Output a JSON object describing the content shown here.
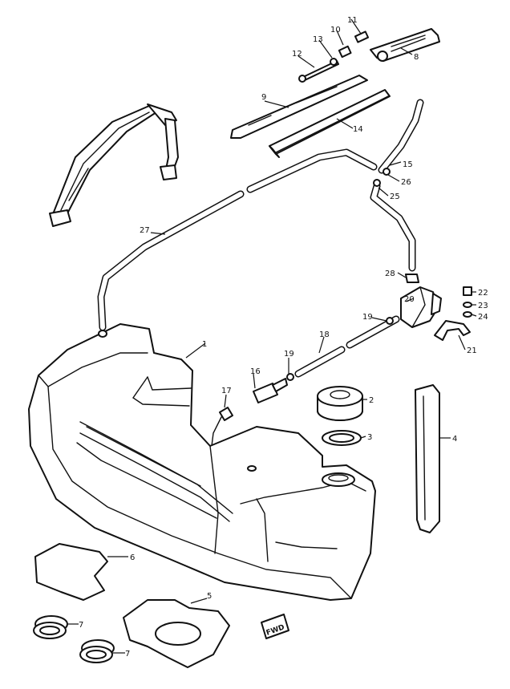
{
  "callouts": {
    "c1": "1",
    "c2": "2",
    "c3": "3",
    "c4": "4",
    "c5": "5",
    "c6": "6",
    "c7a": "7",
    "c7b": "7",
    "c8": "8",
    "c9": "9",
    "c10": "10",
    "c11": "11",
    "c12": "12",
    "c13": "13",
    "c14": "14",
    "c15": "15",
    "c16": "16",
    "c17": "17",
    "c18": "18",
    "c19a": "19",
    "c19b": "19",
    "c20": "20",
    "c21": "21",
    "c22": "22",
    "c23": "23",
    "c24": "24",
    "c25": "25",
    "c26": "26",
    "c27": "27",
    "c28": "28"
  },
  "fwd_label": "FWD"
}
